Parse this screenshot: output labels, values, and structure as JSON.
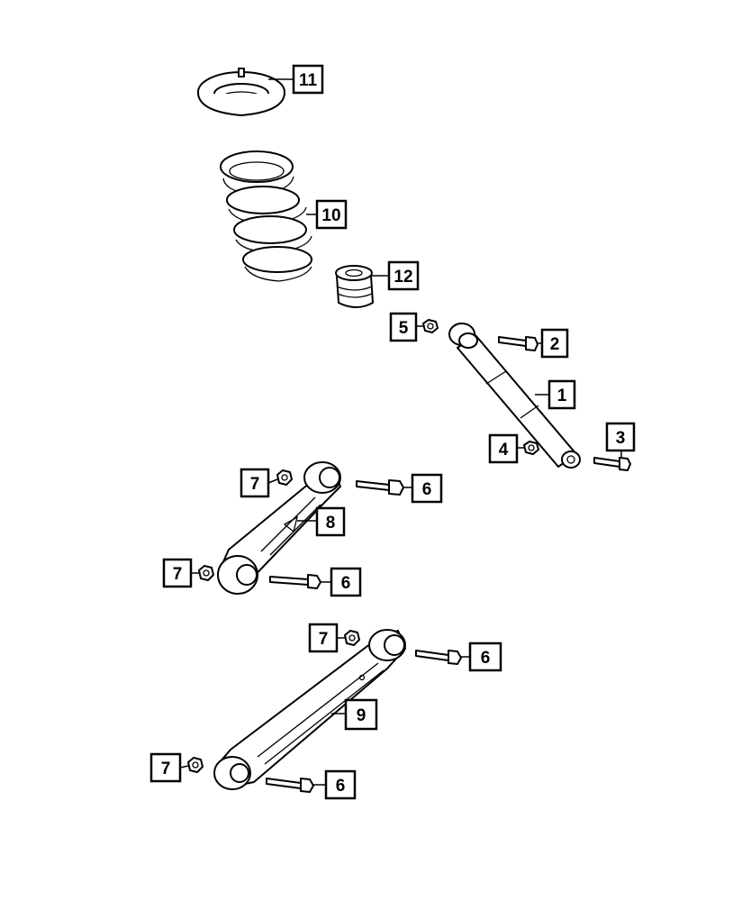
{
  "diagram": {
    "callouts": {
      "c1": "1",
      "c2": "2",
      "c3": "3",
      "c4": "4",
      "c5": "5",
      "c6a": "6",
      "c6b": "6",
      "c6c": "6",
      "c6d": "6",
      "c7a": "7",
      "c7b": "7",
      "c7c": "7",
      "c7d": "7",
      "c8": "8",
      "c9": "9",
      "c10": "10",
      "c11": "11",
      "c12": "12"
    },
    "colors": {
      "line": "#000000",
      "fill": "#ffffff"
    }
  }
}
